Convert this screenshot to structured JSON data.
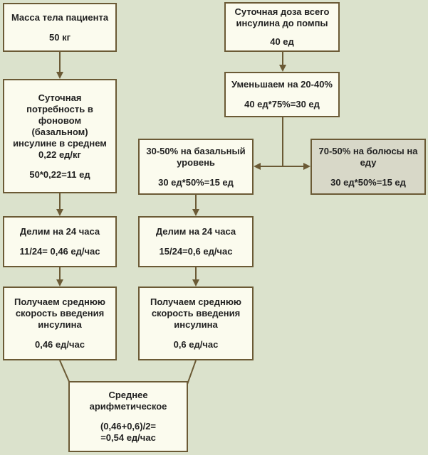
{
  "boxes": {
    "patient_mass": {
      "lines": [
        "Масса тела пациента"
      ],
      "value": "50 кг"
    },
    "daily_need": {
      "lines": [
        "Суточная",
        "потребность в",
        "фоновом",
        "(базальном)",
        "инсулине в среднем",
        "0,22 ед/кг"
      ],
      "value": "50*0,22=11 ед"
    },
    "divide_left": {
      "lines": [
        "Делим на 24 часа"
      ],
      "value": "11/24= 0,46 ед/час"
    },
    "avg_rate_left": {
      "lines": [
        "Получаем среднюю",
        "скорость введения",
        "инсулина"
      ],
      "value": "0,46 ед/час"
    },
    "daily_dose": {
      "lines": [
        "Суточная доза всего",
        "инсулина до помпы"
      ],
      "value": "40 ед"
    },
    "reduce": {
      "lines": [
        "Уменьшаем на 20-40%"
      ],
      "value": "40 ед*75%=30 ед"
    },
    "basal_share": {
      "lines": [
        "30-50% на базальный",
        "уровень"
      ],
      "value": "30 ед*50%=15 ед"
    },
    "bolus_share": {
      "lines": [
        "70-50% на болюсы на",
        "еду"
      ],
      "value": "30 ед*50%=15 ед"
    },
    "divide_right": {
      "lines": [
        "Делим на 24 часа"
      ],
      "value": "15/24=0,6 ед/час"
    },
    "avg_rate_right": {
      "lines": [
        "Получаем среднюю",
        "скорость введения",
        "инсулина"
      ],
      "value": "0,6 ед/час"
    },
    "mean": {
      "lines": [
        "Среднее",
        "арифметическое"
      ],
      "value_lines": [
        "(0,46+0,6)/2=",
        "=0,54 ед/час"
      ]
    }
  }
}
